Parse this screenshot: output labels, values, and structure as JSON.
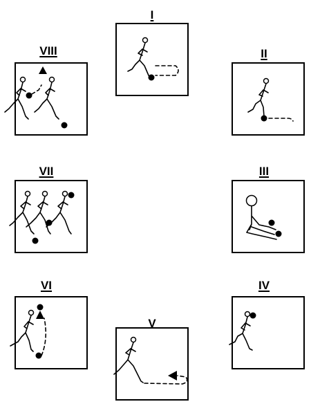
{
  "stations": [
    {
      "id": "station-1",
      "label": "I"
    },
    {
      "id": "station-2",
      "label": "II"
    },
    {
      "id": "station-3",
      "label": "III"
    },
    {
      "id": "station-4",
      "label": "IV"
    },
    {
      "id": "station-5",
      "label": "V"
    },
    {
      "id": "station-6",
      "label": "VI"
    },
    {
      "id": "station-7",
      "label": "VII"
    },
    {
      "id": "station-8",
      "label": "VIII"
    }
  ]
}
